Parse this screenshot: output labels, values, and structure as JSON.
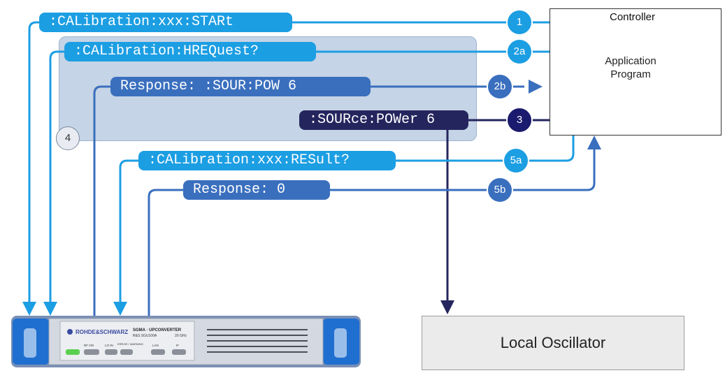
{
  "controller": {
    "title": "Controller",
    "app_line1": "Application",
    "app_line2": "Program"
  },
  "local_oscillator": {
    "label": "Local Oscillator"
  },
  "commands": {
    "cal_start": ":CALibration:xxx:STARt",
    "cal_hrequest": ":CALibration:HREQuest?",
    "response_pow": "Response: :SOUR:POW 6",
    "source_power": ":SOURce:POWer 6",
    "cal_result": ":CALibration:xxx:RESult?",
    "response_zero": "Response: 0"
  },
  "steps": {
    "s1": "1",
    "s2a": "2a",
    "s2b": "2b",
    "s3": "3",
    "s4": "4",
    "s5a": "5a",
    "s5b": "5b"
  },
  "device": {
    "brand": "ROHDE&SCHWARZ",
    "model": "SGMA · UPCONVERTER",
    "model_sub": "R&S SGU100A",
    "freq": "20 GHz",
    "btn_rf_on": "RF ON",
    "btn_lo_in": "LO IN",
    "btn_error": "ERROR / WARNING",
    "btn_lan": "LAN",
    "btn_if": "IF"
  },
  "colors": {
    "light_blue": "#1c9ee3",
    "mid_blue": "#3a6fbe",
    "dark_navy": "#1a1a6e",
    "panel": "#bccde2"
  }
}
